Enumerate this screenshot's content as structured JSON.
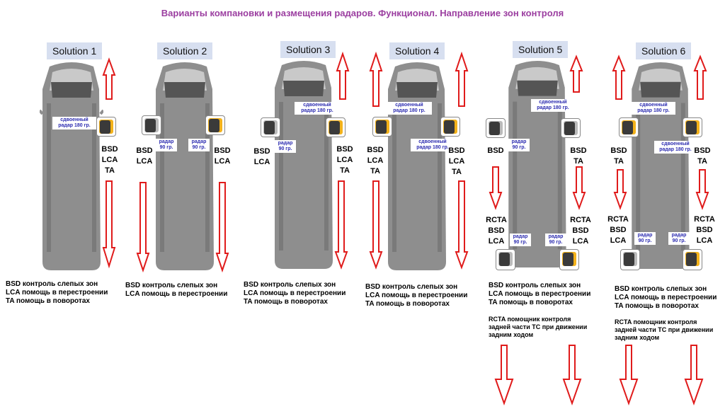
{
  "title": "Варианты компановки и размещения радаров. Функционал. Направление зон контроля",
  "labels": {
    "radar180": "сдвоенный радар 180 гр.",
    "radar90": "радар 90 гр."
  },
  "functions": {
    "bsd": "BSD",
    "lca": "LCA",
    "ta": "TA",
    "rcta": "RCTA"
  },
  "legend": {
    "bsd": "BSD контроль слепых зон",
    "lca": "LCA помощь в перестроении",
    "ta": "TA   помощь в поворотах",
    "rcta": "RCTA помощник контроля задней части ТС при движении задним ходом"
  },
  "solutions": [
    "Solution 1",
    "Solution 2",
    "Solution 3",
    "Solution 4",
    "Solution 5",
    "Solution 6"
  ],
  "colors": {
    "title": "#9b3ea0",
    "arrow_stroke": "#e01b1b",
    "van": "#8e8e8e",
    "radar_label": "#2b2bb0",
    "solution_bg": "#d7dff0"
  }
}
